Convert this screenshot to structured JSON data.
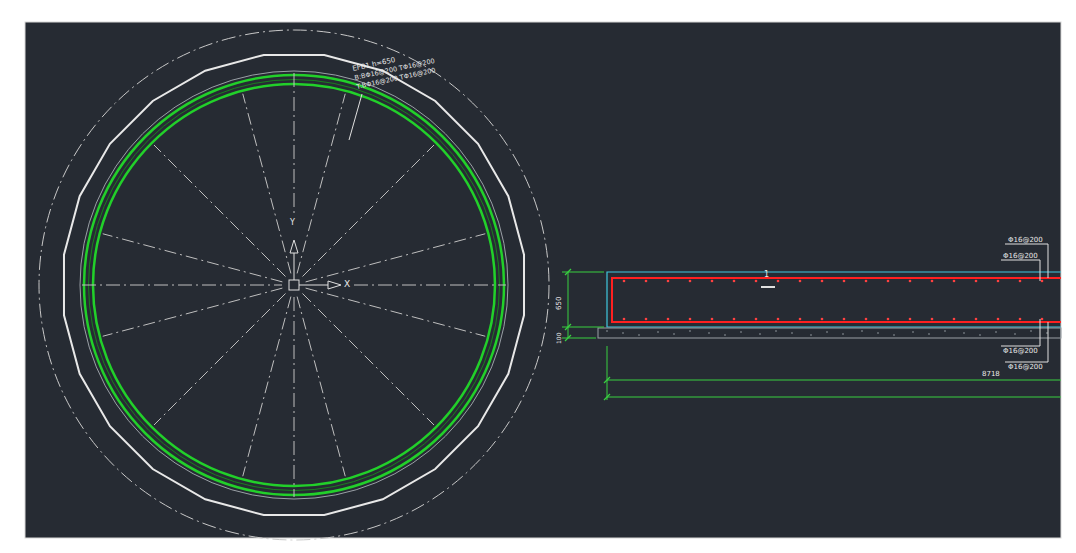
{
  "diagram": {
    "labels": [
      "EFB1 h=650",
      "B:BΦ16@200 TΦ16@200",
      "T:BΦ16@200 TΦ16@200",
      "Y",
      "X",
      "1",
      "Φ16@200",
      "Φ16@200",
      "Φ16@200",
      "Φ16@200",
      "650",
      "100",
      "8718"
    ]
  }
}
